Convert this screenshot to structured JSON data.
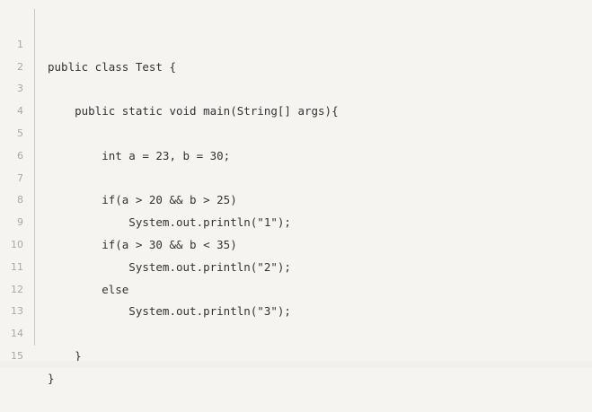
{
  "code": {
    "lines": [
      {
        "num": "1",
        "text": "public class Test {"
      },
      {
        "num": "2",
        "text": ""
      },
      {
        "num": "3",
        "text": "    public static void main(String[] args){"
      },
      {
        "num": "4",
        "text": ""
      },
      {
        "num": "5",
        "text": "        int a = 23, b = 30;"
      },
      {
        "num": "6",
        "text": ""
      },
      {
        "num": "7",
        "text": "        if(a > 20 && b > 25)"
      },
      {
        "num": "8",
        "text": "            System.out.println(\"1\");"
      },
      {
        "num": "9",
        "text": "        if(a > 30 && b < 35)"
      },
      {
        "num": "10",
        "text": "            System.out.println(\"2\");"
      },
      {
        "num": "11",
        "text": "        else"
      },
      {
        "num": "12",
        "text": "            System.out.println(\"3\");"
      },
      {
        "num": "13",
        "text": ""
      },
      {
        "num": "14",
        "text": "    }"
      },
      {
        "num": "15",
        "text": "}"
      }
    ]
  }
}
